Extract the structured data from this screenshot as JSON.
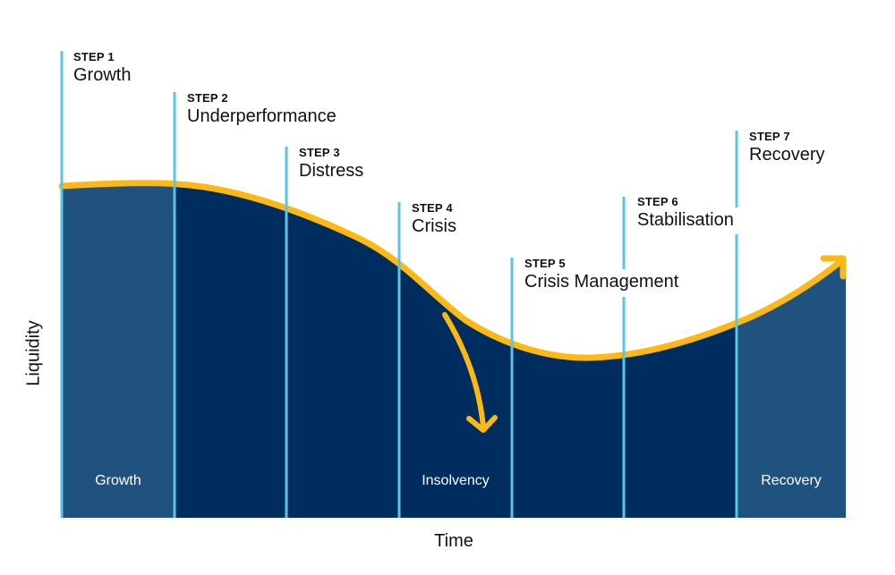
{
  "axes": {
    "x_label": "Time",
    "y_label": "Liquidity"
  },
  "steps": [
    {
      "num": "STEP 1",
      "name": "Growth"
    },
    {
      "num": "STEP 2",
      "name": "Underperformance"
    },
    {
      "num": "STEP 3",
      "name": "Distress"
    },
    {
      "num": "STEP 4",
      "name": "Crisis"
    },
    {
      "num": "STEP 5",
      "name": "Crisis Management"
    },
    {
      "num": "STEP 6",
      "name": "Stabilisation"
    },
    {
      "num": "STEP 7",
      "name": "Recovery"
    }
  ],
  "phases": [
    {
      "label": "Growth"
    },
    {
      "label": "Insolvency"
    },
    {
      "label": "Recovery"
    }
  ],
  "colors": {
    "dark_navy": "#002D5F",
    "mid_blue": "#1F527F",
    "curve_yellow": "#FDB913",
    "step_line_cyan": "#5BC4E5",
    "text": "#111111"
  }
}
